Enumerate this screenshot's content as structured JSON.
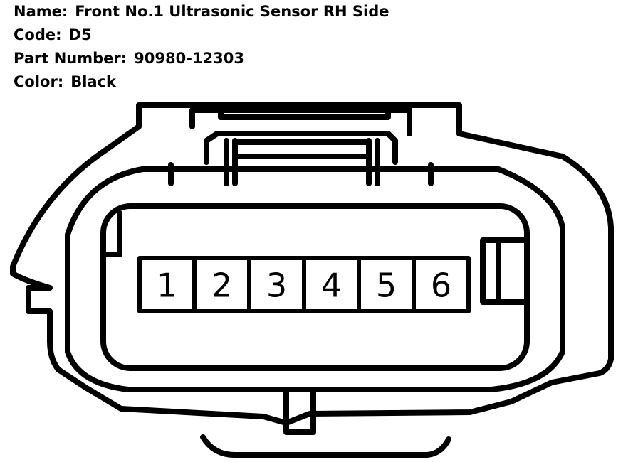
{
  "connector": {
    "name_label": "Name:",
    "name_value": "Front No.1 Ultrasonic Sensor RH Side",
    "code_label": "Code:",
    "code_value": "D5",
    "part_label": "Part Number:",
    "part_value": "90980-12303",
    "color_label": "Color:",
    "color_value": "Black"
  },
  "pins": [
    "1",
    "2",
    "3",
    "4",
    "5",
    "6"
  ],
  "colors": {
    "line": "#000000",
    "background": "#ffffff"
  }
}
